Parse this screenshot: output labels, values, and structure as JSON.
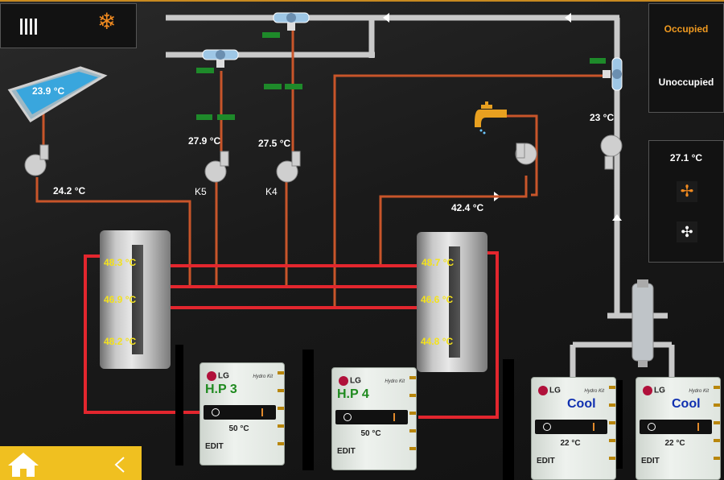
{
  "mode": {
    "heating_icon": "radiator-icon",
    "cooling_icon": "snowflake-icon"
  },
  "occupancy": {
    "occupied": "Occupied",
    "unoccupied": "Unoccupied"
  },
  "room": {
    "temperature": "27.1 °C",
    "fan_icon": "fan-icon",
    "fan_off_icon": "fan-off-icon"
  },
  "pool": {
    "temperature": "23.9 °C"
  },
  "sensors": {
    "pool_return": "24.2 °C",
    "k5_temp": "27.9 °C",
    "k4_temp": "27.5 °C",
    "dhw": "42.4 °C",
    "chiller_line": "23 °C"
  },
  "pumps": {
    "k5": "K5",
    "k4": "K4"
  },
  "tank_left": {
    "top": "48.3 °C",
    "mid": "46.9 °C",
    "bottom": "48.2 °C"
  },
  "tank_right": {
    "top": "48.7 °C",
    "mid": "46.6 °C",
    "bottom": "44.8 °C"
  },
  "heat_pumps": [
    {
      "brand": "LG",
      "kit": "Hydro Kit",
      "name": "H.P 3",
      "setpoint": "50 °C",
      "edit": "EDIT",
      "name_color": "#1f8a1f"
    },
    {
      "brand": "LG",
      "kit": "Hydro Kit",
      "name": "H.P 4",
      "setpoint": "50 °C",
      "edit": "EDIT",
      "name_color": "#1f8a1f"
    },
    {
      "brand": "LG",
      "kit": "Hydro Kit",
      "name": "Cool",
      "setpoint": "22 °C",
      "edit": "EDIT",
      "name_color": "#1030b0"
    },
    {
      "brand": "LG",
      "kit": "Hydro Kit",
      "name": "Cool",
      "setpoint": "22 °C",
      "edit": "EDIT",
      "name_color": "#1030b0"
    }
  ],
  "footer": {
    "home_icon": "home-icon",
    "back_icon": "back-arrow-icon"
  },
  "colors": {
    "hot_pipe": "#e3262e",
    "warm_pipe": "#c8552a",
    "cold_pipe": "#c9c9c9",
    "accent": "#f0c020",
    "valve_on": "#1e8a2a"
  }
}
